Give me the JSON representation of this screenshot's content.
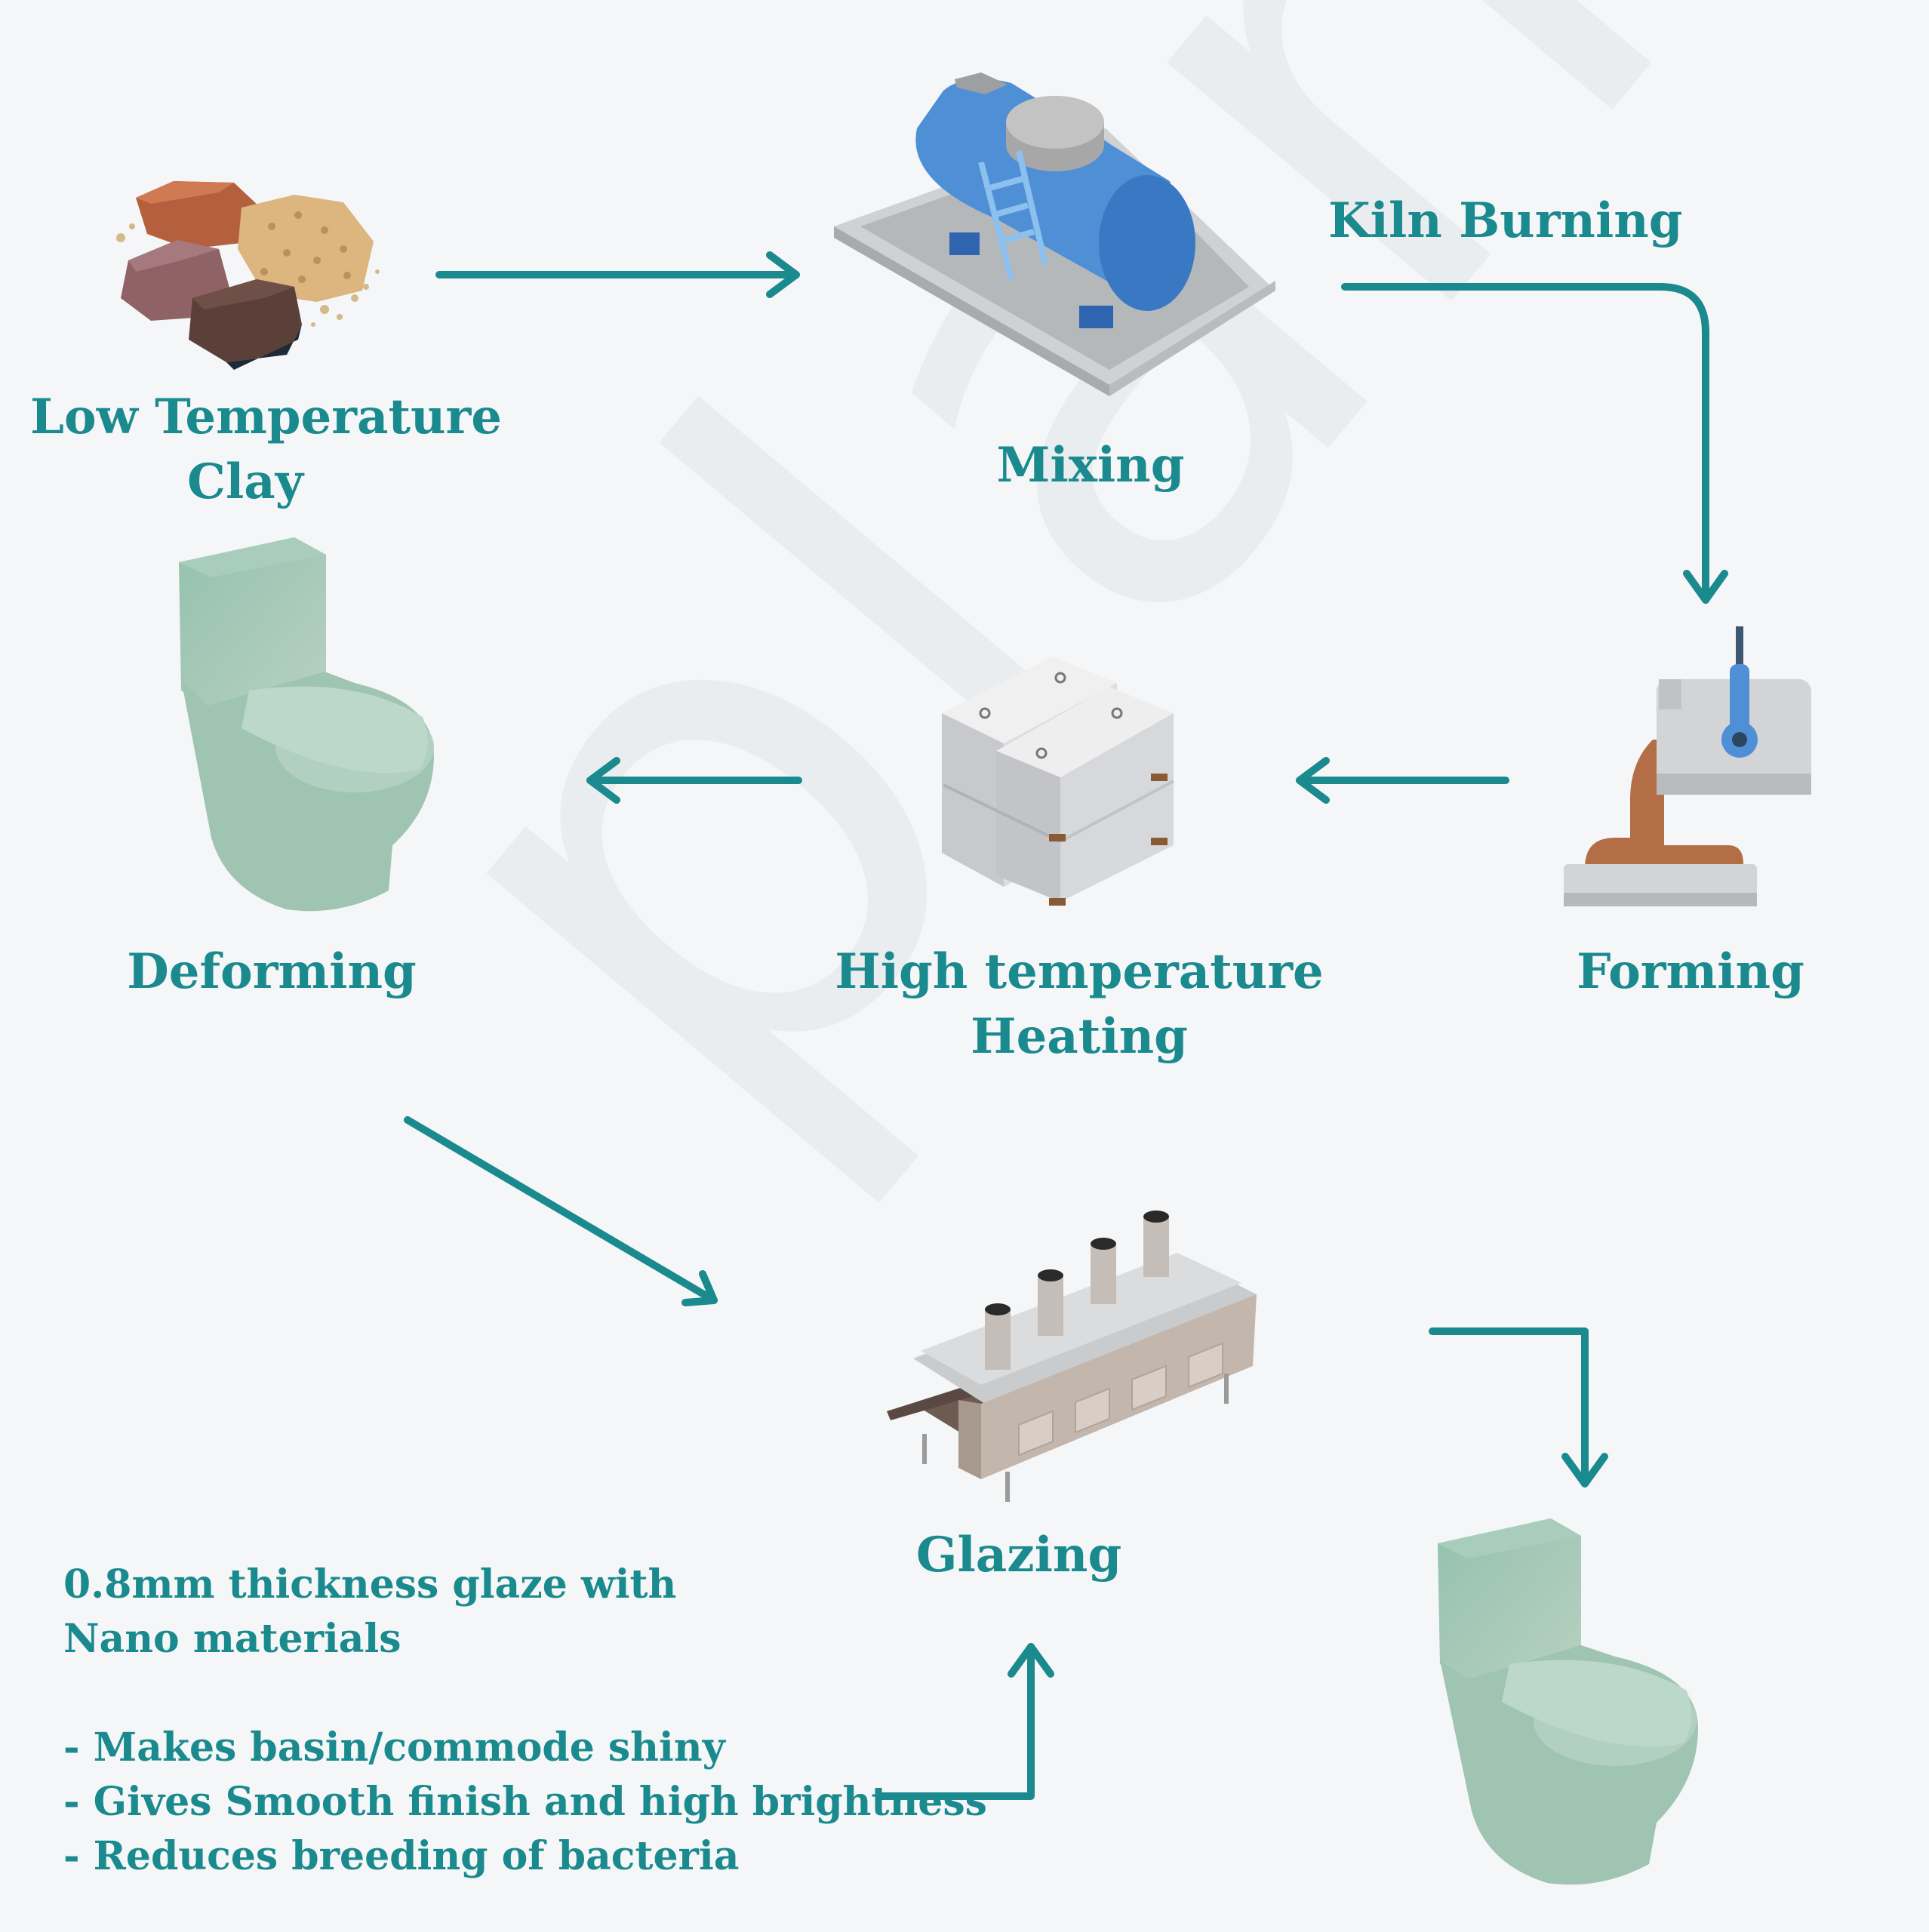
{
  "watermark": "planex",
  "labels": {
    "clay_line1": "Low Temperature",
    "clay_line2": "Clay",
    "mixing": "Mixing",
    "kiln": "Kiln Burning",
    "forming": "Forming",
    "heating_line1": "High temperature",
    "heating_line2": "Heating",
    "deforming": "Deforming",
    "glazing": "Glazing"
  },
  "note": {
    "line1": "0.8mm thickness glaze with",
    "line2": "Nano materials",
    "bullets": [
      "- Makes basin/commode shiny",
      "- Gives Smooth finish and high brightness",
      "- Reduces breeding of bacteria"
    ]
  },
  "colors": {
    "accent": "#1a8a8e",
    "background": "#f4f6f7",
    "toilet": "#9fc3b3",
    "tank_blue": "#3f8fd6"
  }
}
